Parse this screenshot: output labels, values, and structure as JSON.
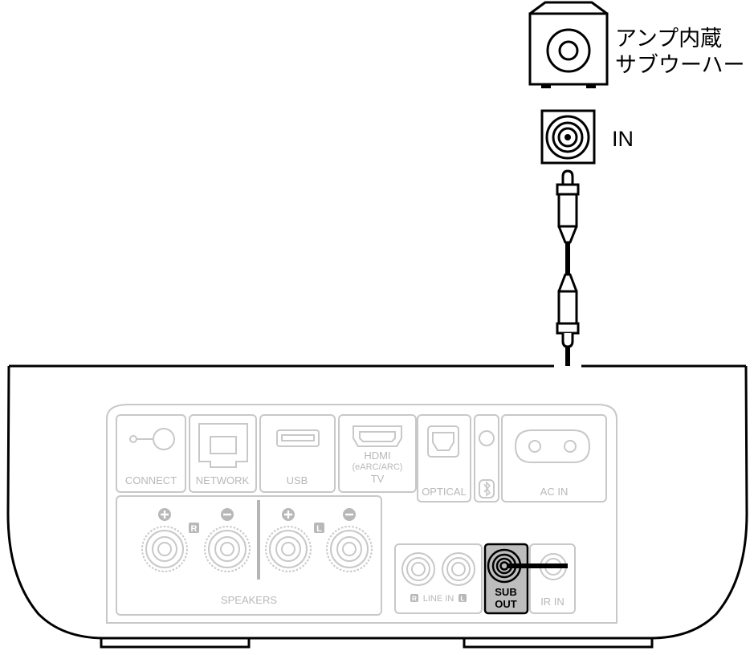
{
  "subwoofer": {
    "title_line1": "アンプ内蔵",
    "title_line2": "サブウーハー",
    "input_label": "IN"
  },
  "panel": {
    "connect": "CONNECT",
    "network": "NETWORK",
    "usb": "USB",
    "hdmi": "HDMI",
    "hdmi_sub": "(eARC/ARC)",
    "tv": "TV",
    "optical": "OPTICAL",
    "ac_in": "AC IN",
    "speakers": "SPEAKERS",
    "speaker_r": "R",
    "speaker_l": "L",
    "line_in": "LINE IN",
    "line_in_r": "R",
    "line_in_l": "L",
    "sub_out_1": "SUB",
    "sub_out_2": "OUT",
    "ir_in": "IR IN"
  },
  "colors": {
    "line": "#000000",
    "panel_gray": "#c8c8c8",
    "panel_text": "#b8b8b8",
    "highlight": "#bdbdbd"
  },
  "icons": {
    "bluetooth": "bluetooth-icon",
    "plus": "plus-icon",
    "minus": "minus-icon"
  }
}
